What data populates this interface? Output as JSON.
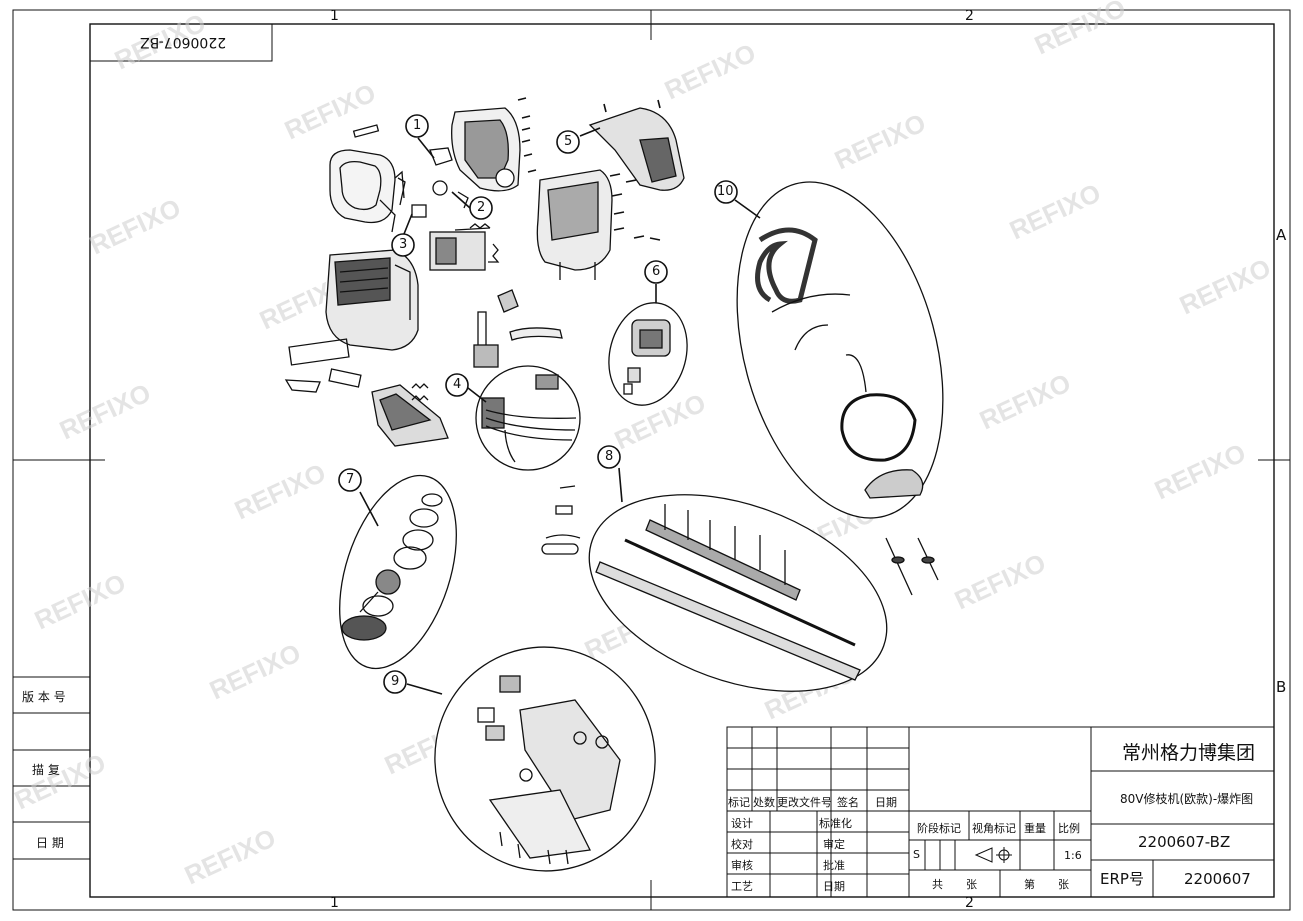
{
  "border": {
    "zones_top": [
      "1",
      "2"
    ],
    "zones_bottom": [
      "1",
      "2"
    ],
    "zones_right": [
      "A",
      "B"
    ]
  },
  "drawing_id_rotated": "2200607-BZ",
  "left_strip": {
    "version_label": "版 本 号",
    "trace_label": "描 复",
    "date_label": "日 期"
  },
  "callouts": [
    "1",
    "2",
    "3",
    "4",
    "5",
    "6",
    "7",
    "8",
    "9",
    "10"
  ],
  "watermark": "REFIXO",
  "title_block": {
    "company": "常州格力博集团",
    "product": "80V修枝机(欧款)-爆炸图",
    "drawing_no": "2200607-BZ",
    "erp_label": "ERP号",
    "erp_value": "2200607",
    "rev_headers": [
      "标记",
      "处数",
      "更改文件号",
      "签名",
      "日期"
    ],
    "sign_rows": [
      {
        "left": "设计",
        "right": "标准化"
      },
      {
        "left": "校对",
        "right": "审定"
      },
      {
        "left": "审核",
        "right": "批准"
      },
      {
        "left": "工艺",
        "right": "日期"
      }
    ],
    "stage_label": "阶段标记",
    "view_label": "视角标记",
    "weight_label": "重量",
    "scale_label": "比例",
    "stage_value": "S",
    "scale_value": "1:6",
    "total_label": "共",
    "sheet_unit": "张",
    "page_label": "第",
    "page_unit": "张"
  }
}
